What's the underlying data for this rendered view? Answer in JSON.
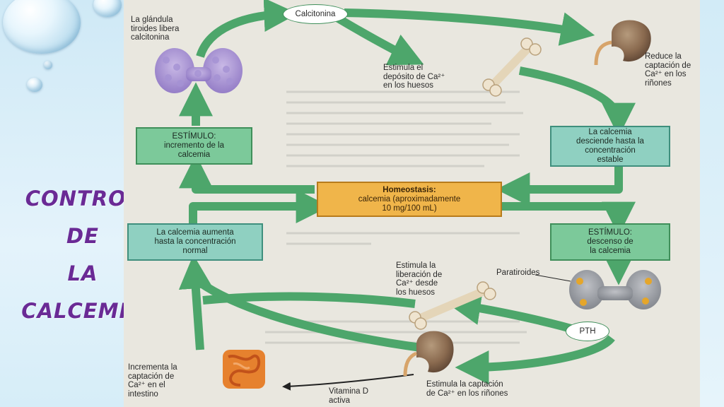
{
  "slide": {
    "title_lines": [
      "CONTROL",
      "DE",
      "LA",
      "CALCEMIA"
    ],
    "accent_color": "#6a2a95"
  },
  "diagram": {
    "calcitonina_label": "Calcitonina",
    "pth_label": "PTH",
    "thyroid_label": [
      "La glándula",
      "tiroides libera",
      "calcitonina"
    ],
    "bone_top_label": [
      "Estimula el",
      "depósito de Ca²⁺",
      "en los huesos"
    ],
    "kidney_top_label": [
      "Reduce la",
      "captación de",
      "Ca²⁺ en los",
      "riñones"
    ],
    "parathyroid_label": "Paratiroides",
    "bone_bottom_label": [
      "Estimula la",
      "liberación de",
      "Ca²⁺ desde",
      "los huesos"
    ],
    "kidney_bottom_label": [
      "Estimula la captación",
      "de Ca²⁺ en los riñones"
    ],
    "intestine_label": [
      "Incrementa la",
      "captación de",
      "Ca²⁺ en el",
      "intestino"
    ],
    "vitamin_label": [
      "Vitamina D",
      "activa"
    ],
    "box_stimulus_up": {
      "heading": "ESTÍMULO:",
      "text": [
        "incremento de la",
        "calcemia"
      ]
    },
    "box_decrease": {
      "text": [
        "La calcemia",
        "desciende hasta la",
        "concentración",
        "estable"
      ]
    },
    "box_homeostasis": {
      "heading": "Homeostasis:",
      "text": [
        "calcemia (aproximadamente",
        "10 mg/100 mL)"
      ]
    },
    "box_stimulus_down": {
      "heading": "ESTÍMULO:",
      "text": [
        "descenso de",
        "la calcemia"
      ]
    },
    "box_increase": {
      "text": [
        "La calcemia aumenta",
        "hasta la concentración",
        "normal"
      ]
    }
  }
}
